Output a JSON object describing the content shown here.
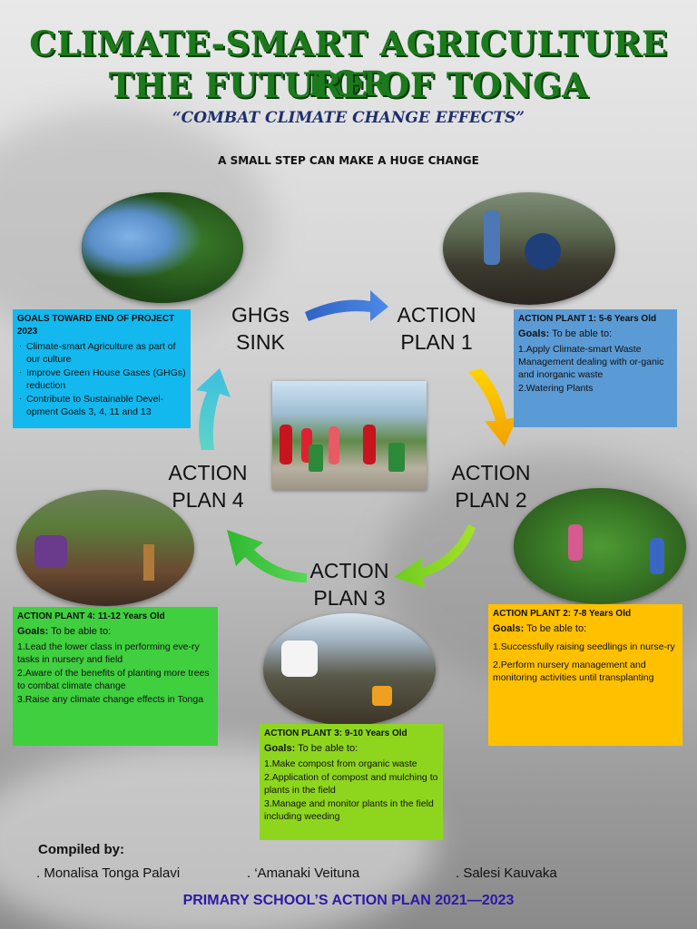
{
  "title_line1": "CLIMATE-SMART AGRICULTURE FOR",
  "title_line2": "THE FUTURE OF TONGA",
  "subtitle": "“COMBAT CLIMATE CHANGE EFFECTS”",
  "tagline": "A SMALL STEP CAN MAKE A HUGE CHANGE",
  "stages": {
    "sink": [
      "GHGs",
      "SINK"
    ],
    "plan1": [
      "ACTION",
      "PLAN 1"
    ],
    "plan2": [
      "ACTION",
      "PLAN 2"
    ],
    "plan3": [
      "ACTION",
      "PLAN 3"
    ],
    "plan4": [
      "ACTION",
      "PLAN 4"
    ]
  },
  "goals_box": {
    "heading": "GOALS TOWARD END OF PROJECT 2023",
    "items": [
      "Climate-smart Agriculture as part of our  culture",
      "Improve Green House Gases (GHGs) reduction",
      "Contribute to Sustainable Devel-opment Goals 3, 4, 11 and 13"
    ],
    "color": "#12b8ee"
  },
  "plan1_box": {
    "heading": "ACTION PLANT 1: 5-6 Years Old",
    "goals_label": "Goals:",
    "goals_text": "To be able to:",
    "items": [
      "1.Apply Climate-smart Waste Management dealing with or-ganic and inorganic waste",
      "2.Watering Plants"
    ],
    "color": "#5b9bd5"
  },
  "plan2_box": {
    "heading": "ACTION PLANT 2: 7-8 Years Old",
    "goals_label": "Goals:",
    "goals_text": "To be able to:",
    "items": [
      "1.Successfully raising seedlings in nurse-ry",
      "2.Perform  nursery  management  and monitoring activities until transplanting"
    ],
    "color": "#ffc000"
  },
  "plan3_box": {
    "heading": "ACTION PLANT 3: 9-10 Years Old",
    "goals_label": "Goals:",
    "goals_text": "To be able to:",
    "items": [
      "1.Make compost from organic waste",
      "2.Application  of  compost  and mulching to plants in the field",
      "3.Manage and monitor plants in the field including weeding"
    ],
    "color": "#8ed61e"
  },
  "plan4_box": {
    "heading": "ACTION PLANT 4: 11-12 Years Old",
    "goals_label": "Goals:",
    "goals_text": "To be able to:",
    "items": [
      "1.Lead the lower class in performing eve-ry tasks in nursery and field",
      "2.Aware of the benefits of planting more trees to combat climate change",
      "3.Raise  any  climate  change  effects  in Tonga"
    ],
    "color": "#3fcf3f"
  },
  "compiled_label": "Compiled by:",
  "names": [
    ". Monalisa Tonga Palavi",
    ". ‘Amanaki Veituna",
    ". Salesi Kauvaka"
  ],
  "footer": "PRIMARY SCHOOL’S ACTION PLAN 2021—2023"
}
